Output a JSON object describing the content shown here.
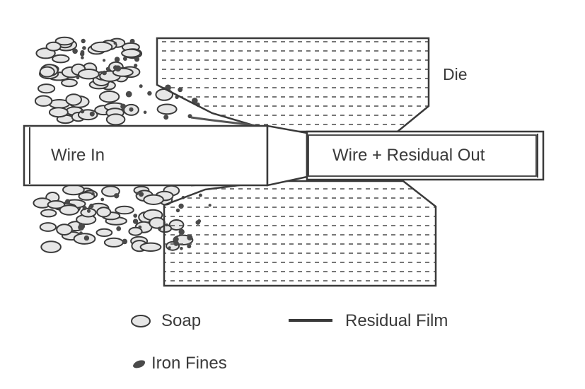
{
  "labels": {
    "die": "Die",
    "wire_in": "Wire In",
    "wire_out": "Wire + Residual Out"
  },
  "legend": {
    "soap": "Soap",
    "residual_film": "Residual Film",
    "iron_fines": "Iron Fines"
  },
  "colors": {
    "outline": "#3a3a3a",
    "soap_fill": "#e6e6e6",
    "iron_fines": "#4a4a4a",
    "die_hatch": "#555555",
    "background": "#ffffff"
  },
  "icons": [
    "soap-particle-icon",
    "residual-film-icon",
    "iron-fines-icon"
  ]
}
